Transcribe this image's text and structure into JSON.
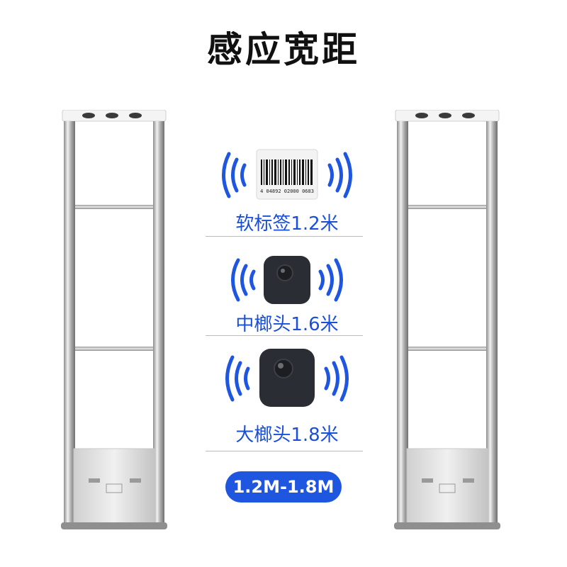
{
  "title": "感应宽距",
  "tags": [
    {
      "label": "软标签1.2米",
      "kind": "soft-label",
      "barcode_text": "4 04892 02000 0683"
    },
    {
      "label": "中榔头1.6米",
      "kind": "medium-hard-tag"
    },
    {
      "label": "大榔头1.8米",
      "kind": "large-hard-tag"
    }
  ],
  "range_badge": "1.2M-1.8M",
  "colors": {
    "accent": "#1f56e0",
    "label_text": "#1a4fd6",
    "title_text": "#111111"
  },
  "icons": [
    "signal-waves-icon",
    "barcode-label-icon",
    "hard-tag-icon",
    "security-gate-antenna"
  ]
}
